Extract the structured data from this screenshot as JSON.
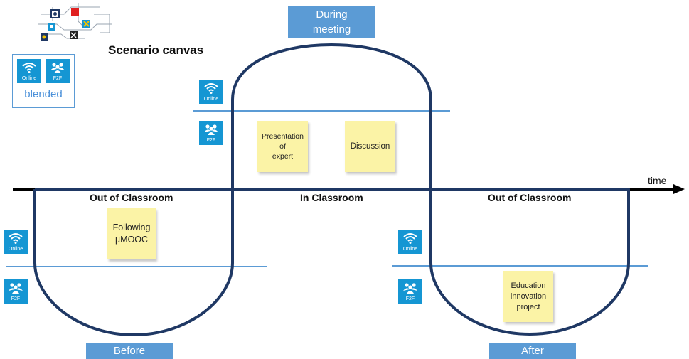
{
  "canvas": {
    "title": "Scenario canvas",
    "blended_label": "blended",
    "time_label": "time"
  },
  "modes": {
    "online_label": "Online",
    "f2f_label": "F2F"
  },
  "phases": {
    "during": "During\nmeeting",
    "before": "Before",
    "after": "After"
  },
  "zones": {
    "left": "Out of Classroom",
    "center": "In Classroom",
    "right": "Out of Classroom"
  },
  "stickies": {
    "presentation": "Presentation\nof\nexpert",
    "discussion": "Discussion",
    "following": "Following\nµMOOC",
    "education": "Education\ninnovation\nproject"
  },
  "colors": {
    "track": "#1f3864",
    "divider": "#5b9bd5",
    "tile": "#1596d3",
    "phase_box": "#5b9bd5",
    "sticky": "#fbf3a6"
  },
  "icons": [
    "wifi-icon",
    "people-icon",
    "circuit-logo-icon"
  ]
}
